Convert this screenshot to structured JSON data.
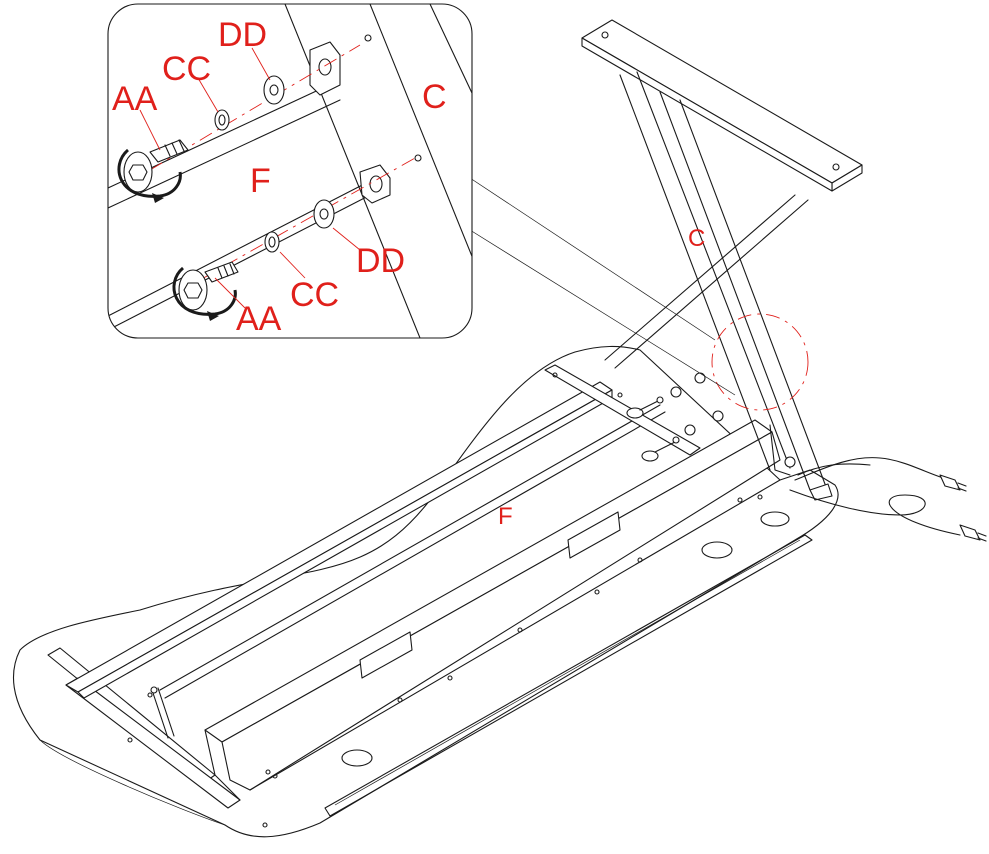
{
  "diagram": {
    "parts": {
      "crossbeam": "F",
      "leg": "C",
      "screw": "AA",
      "spring_washer": "CC",
      "flat_washer": "DD"
    },
    "colors": {
      "label": "#e0201b",
      "outline": "#1a1a1a",
      "background": "#ffffff"
    },
    "icons": [
      "hex-socket-screw-icon",
      "rotation-arrow-icon",
      "power-plug-icon"
    ]
  }
}
